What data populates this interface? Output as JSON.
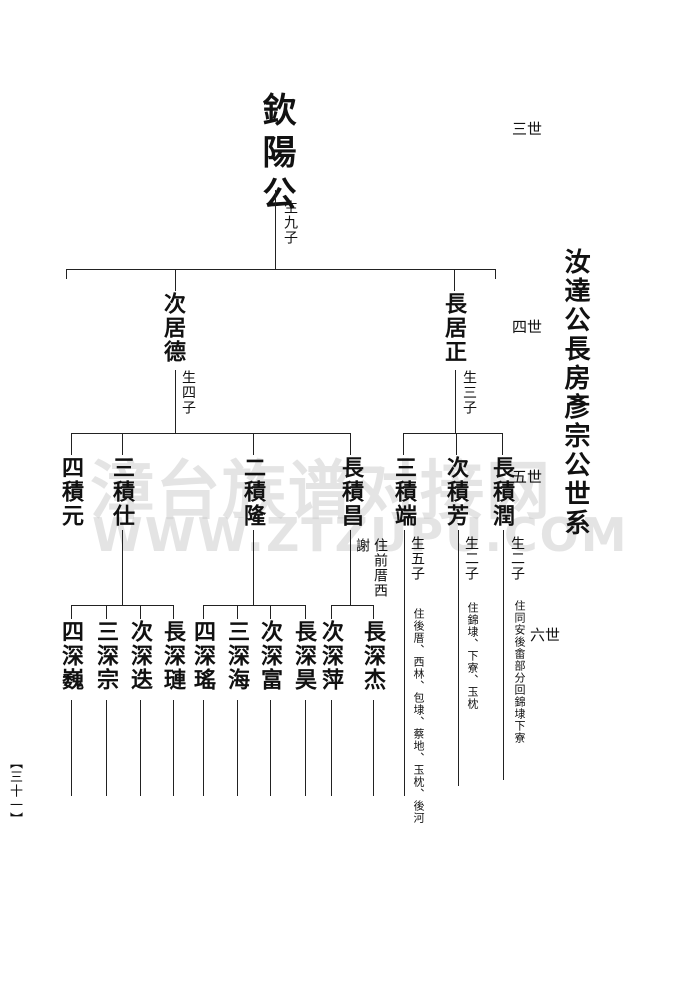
{
  "title": "汝達公長房彥宗公世系",
  "generations": {
    "g3": "三世",
    "g4": "四世",
    "g5": "五世",
    "g6": "六世"
  },
  "root": {
    "name": "欽陽公",
    "note": "生九子"
  },
  "gen4": [
    {
      "name": "長居正",
      "note": "生三子"
    },
    {
      "name": "次居德",
      "note": "生四子"
    }
  ],
  "gen5_zheng": [
    {
      "name": "長積潤",
      "note": "生二子",
      "residence": "住同安後畬部分回錦埭下寮"
    },
    {
      "name": "次積芳",
      "note": "生二子",
      "residence": "住錦埭、下寮、玉枕"
    },
    {
      "name": "三積端",
      "note": "生五子",
      "residence": "住後厝、西林、包埭、蔡地、玉枕、後河"
    }
  ],
  "gen5_de": [
    {
      "name": "長積昌",
      "note": "住前厝西謝"
    },
    {
      "name": "二積隆"
    },
    {
      "name": "三積仕"
    },
    {
      "name": "四積元"
    }
  ],
  "gen6": [
    {
      "name": "長深杰"
    },
    {
      "name": "次深萍"
    },
    {
      "name": "長深昊"
    },
    {
      "name": "次深富"
    },
    {
      "name": "三深海"
    },
    {
      "name": "四深瑤"
    },
    {
      "name": "長深璉"
    },
    {
      "name": "次深迭"
    },
    {
      "name": "三深宗"
    },
    {
      "name": "四深巍"
    }
  ],
  "page_number": "【三十一】",
  "watermark": {
    "cn": "漳台族谱对接网",
    "en": "WWW.ZTZUPU.COM"
  }
}
